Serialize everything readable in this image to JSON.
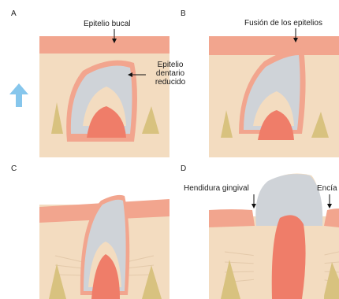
{
  "panels": [
    {
      "letter": "A",
      "labels": {
        "oral_epithelium": "Epitelio bucal",
        "reduced_enamel_epithelium": "Epitelio dentario reducido"
      }
    },
    {
      "letter": "B",
      "labels": {
        "epithelial_fusion": "Fusión de los epitelios"
      }
    },
    {
      "letter": "C"
    },
    {
      "letter": "D",
      "labels": {
        "gingival_sulcus": "Hendidura gingival",
        "gingiva": "Encía"
      }
    }
  ],
  "colors": {
    "tissue": "#f3dcc0",
    "gingiva": "#f2a58e",
    "enamel": "#cfd3d8",
    "pulp": "#ef7d69",
    "bone": "#d8c27f",
    "arrow": "#86c6ec"
  },
  "icons": {
    "eruption_arrow": "up-arrow-icon"
  }
}
